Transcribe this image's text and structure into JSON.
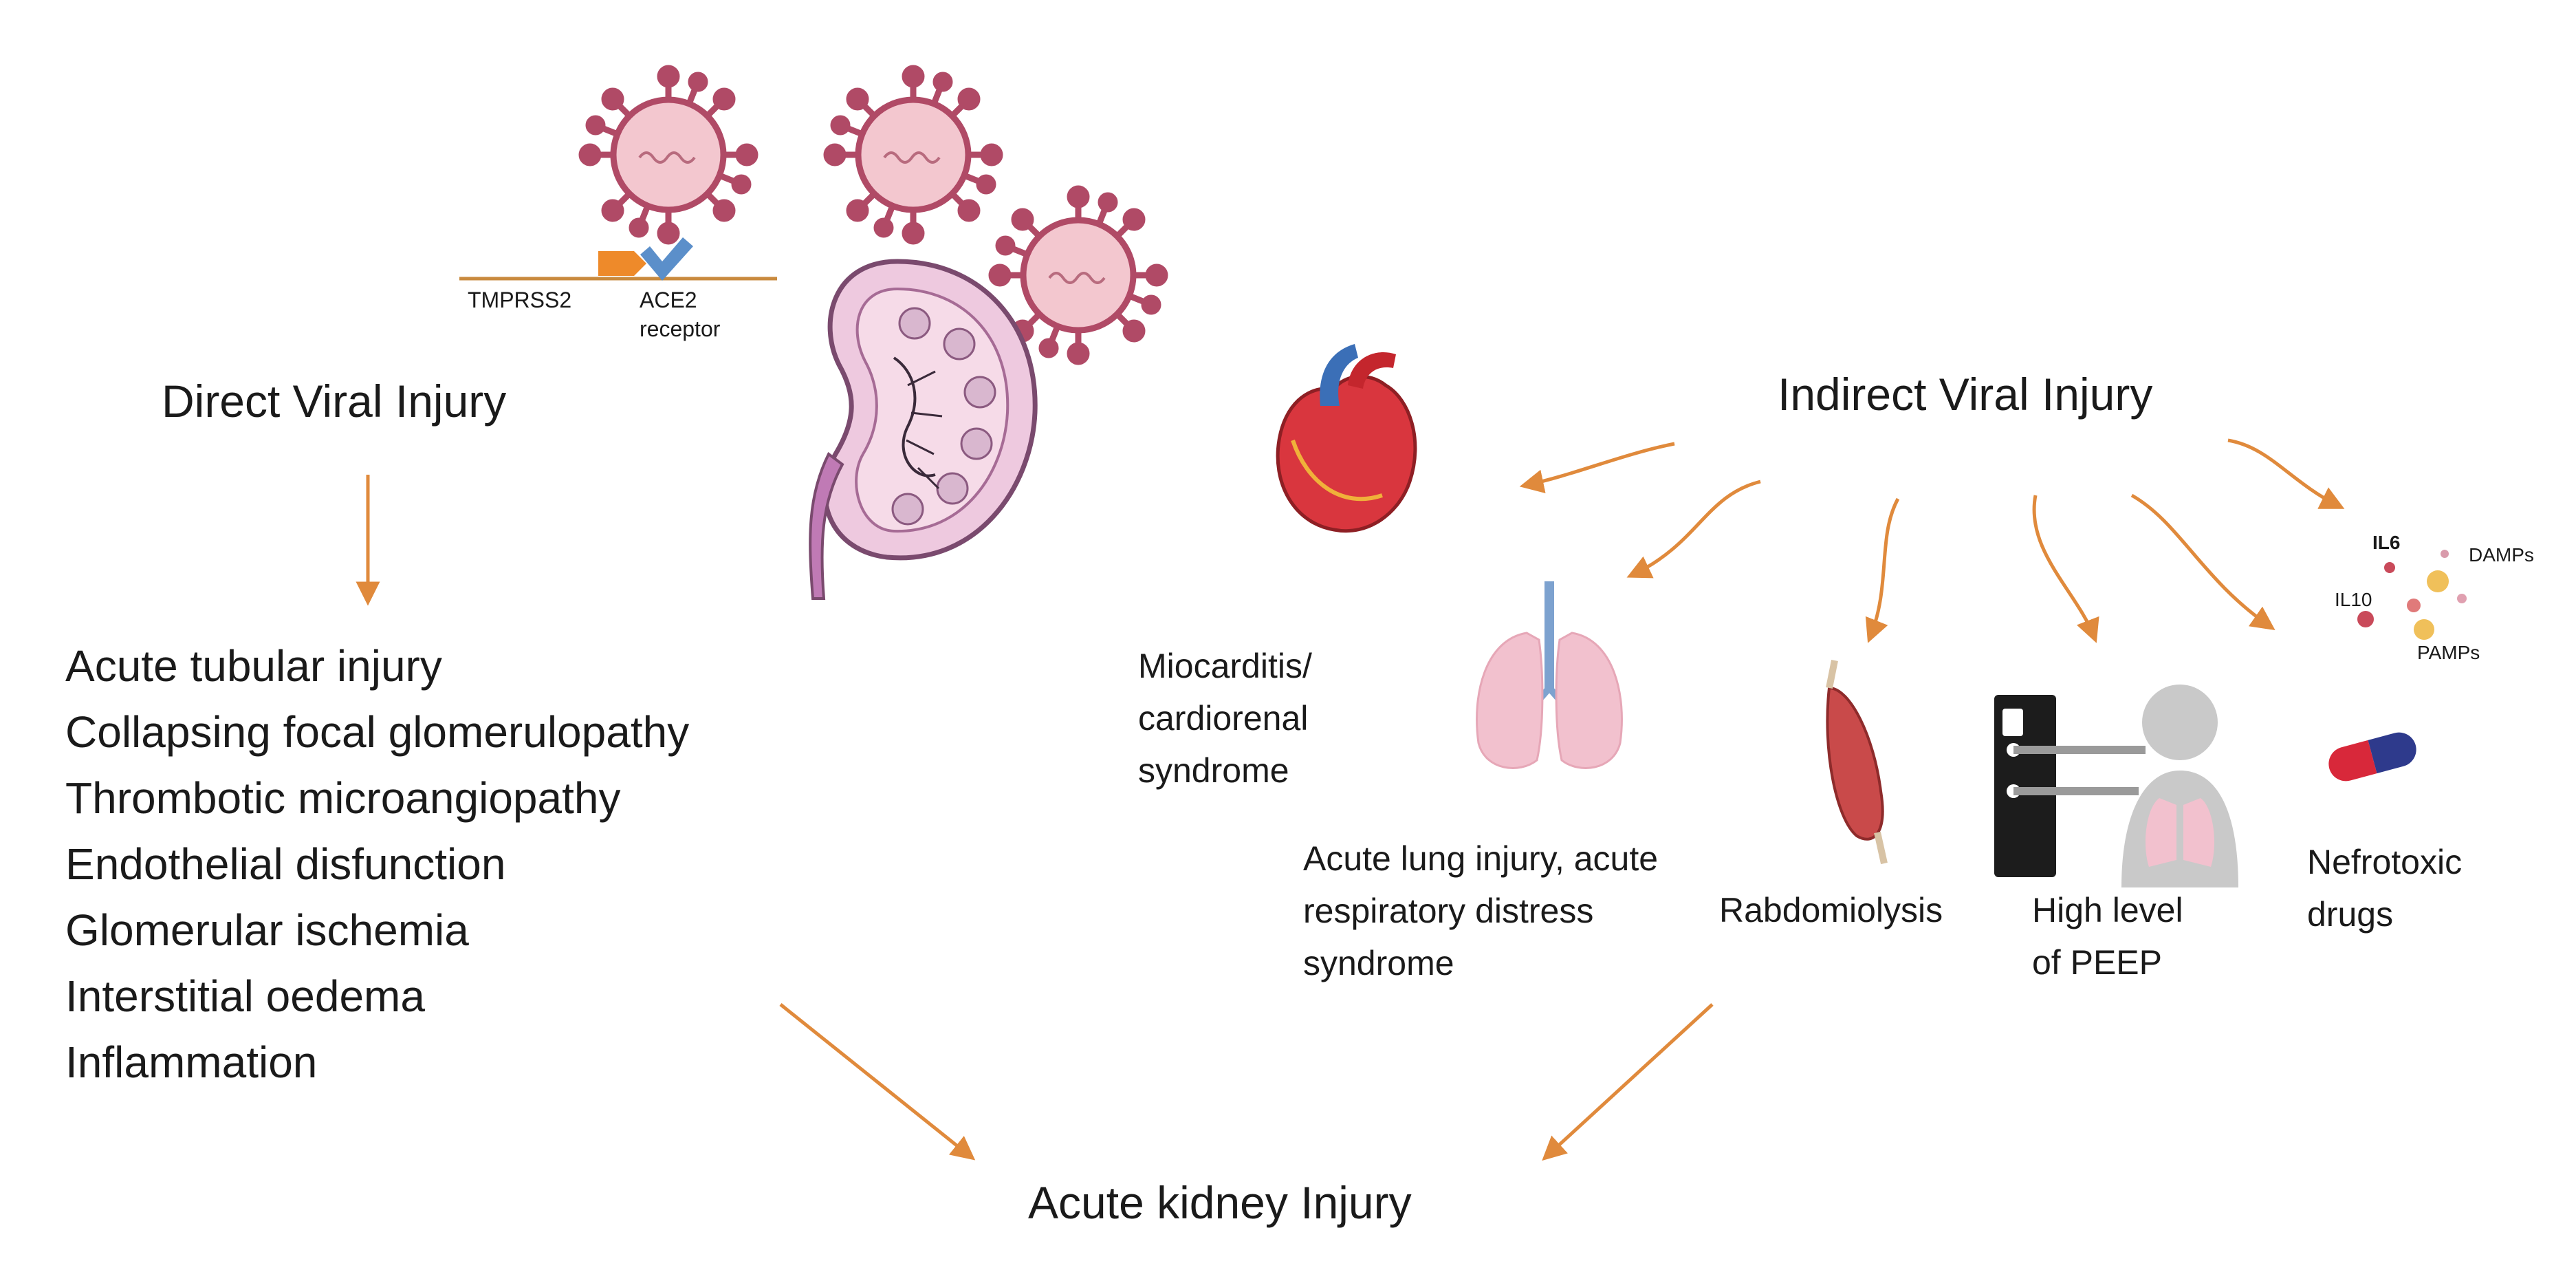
{
  "direct": {
    "title": "Direct Viral Injury",
    "receptor_labels": {
      "tmprss2": "TMPRSS2",
      "ace2_line1": "ACE2",
      "ace2_line2": "receptor"
    },
    "effects": [
      "Acute tubular injury",
      "Collapsing focal glomerulopathy",
      "Thrombotic microangiopathy",
      "Endothelial disfunction",
      "Glomerular ischemia",
      "Interstitial oedema",
      "Inflammation"
    ]
  },
  "indirect": {
    "title": "Indirect Viral Injury",
    "causes": {
      "heart": [
        "Miocarditis/",
        "cardiorenal",
        "syndrome"
      ],
      "lung": [
        "Acute lung injury, acute",
        "respiratory distress",
        "syndrome"
      ],
      "muscle": [
        "Rabdomiolysis"
      ],
      "peep": [
        "High level",
        "of PEEP"
      ],
      "drugs": [
        "Nefrotoxic",
        "drugs"
      ]
    },
    "cytokines": {
      "il6": "IL6",
      "il10": "IL10",
      "damps": "DAMPs",
      "pamps": "PAMPs"
    }
  },
  "outcome": {
    "title": "Acute kidney Injury"
  },
  "colors": {
    "arrow": "#e08a3c",
    "virus": "#b04a66",
    "virus_fill": "#f3c7cf",
    "kidney": "#c07ab5",
    "heart": "#d9363e",
    "lung": "#f2c1ce",
    "muscle": "#c94a4a",
    "pill_red": "#d8283a",
    "pill_blue": "#2e3a8c"
  }
}
